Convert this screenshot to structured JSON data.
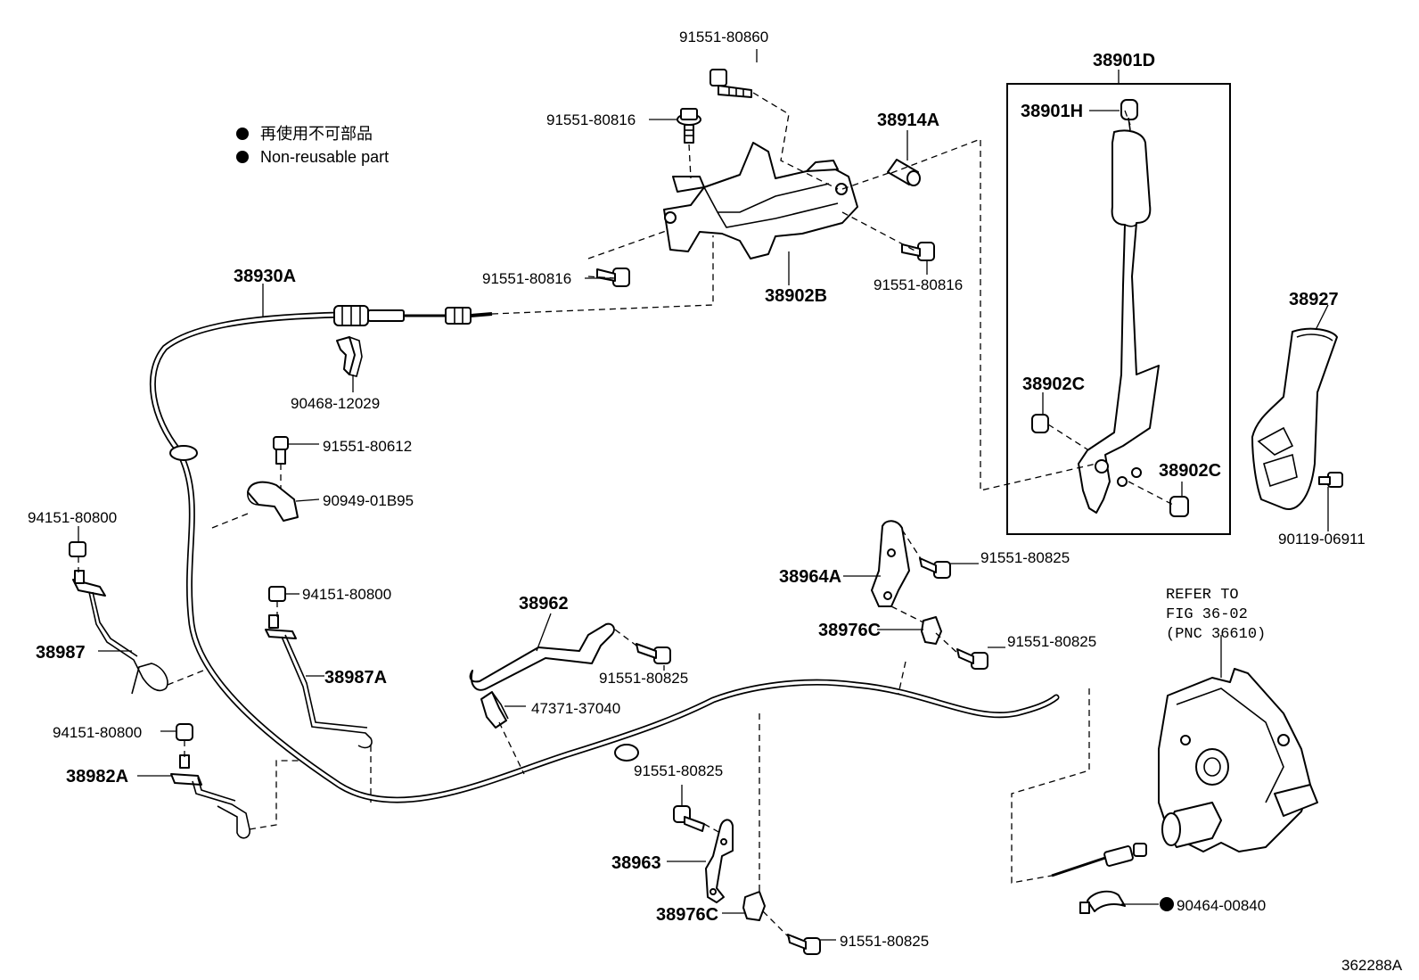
{
  "legend": {
    "item_jp": "再使用不可部品",
    "item_en": "Non-reusable part"
  },
  "figure_code": "362288A",
  "refer": {
    "line1": "REFER TO",
    "line2": "FIG 36-02",
    "line3": "(PNC 36610)"
  },
  "parts": {
    "p_91551_80860": "91551-80860",
    "p_91551_80816_a": "91551-80816",
    "p_91551_80816_b": "91551-80816",
    "p_91551_80816_c": "91551-80816",
    "p_38914A": "38914A",
    "p_38902B": "38902B",
    "p_38901D": "38901D",
    "p_38901H": "38901H",
    "p_38902C_a": "38902C",
    "p_38902C_b": "38902C",
    "p_38927": "38927",
    "p_90119_06911": "90119-06911",
    "p_38930A": "38930A",
    "p_90468_12029": "90468-12029",
    "p_91551_80612": "91551-80612",
    "p_90949_01B95": "90949-01B95",
    "p_94151_80800_a": "94151-80800",
    "p_94151_80800_b": "94151-80800",
    "p_94151_80800_c": "94151-80800",
    "p_38987": "38987",
    "p_38987A": "38987A",
    "p_38982A": "38982A",
    "p_38962": "38962",
    "p_91551_80825_a": "91551-80825",
    "p_47371_37040": "47371-37040",
    "p_38964A": "38964A",
    "p_91551_80825_b": "91551-80825",
    "p_38976C_a": "38976C",
    "p_91551_80825_c": "91551-80825",
    "p_91551_80825_d": "91551-80825",
    "p_38963": "38963",
    "p_38976C_b": "38976C",
    "p_91551_80825_e": "91551-80825",
    "p_90464_00840": "90464-00840"
  }
}
